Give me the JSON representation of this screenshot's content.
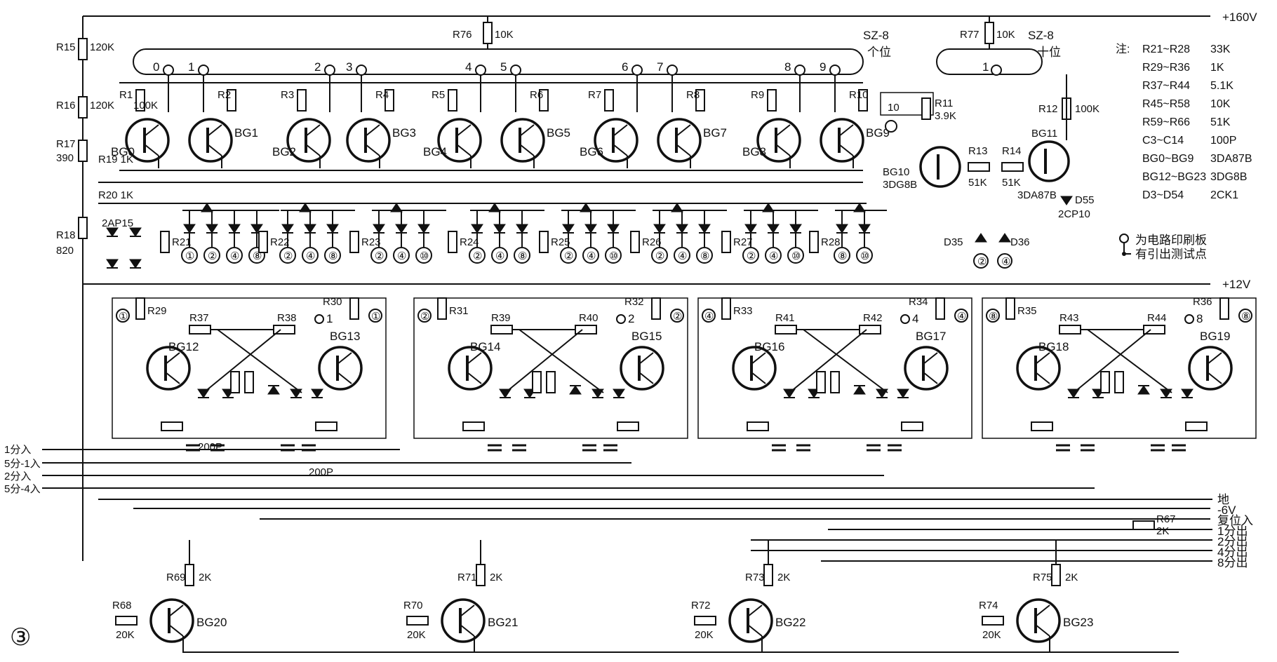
{
  "rails": {
    "v160": "+160V",
    "v12": "+12V",
    "ground": "地",
    "neg6": "-6V",
    "reset_in": "复位入",
    "out1": "1分出",
    "out2": "2分出",
    "out4": "4分出",
    "out8": "8分出"
  },
  "inputs": [
    "1分入",
    "5分-1入",
    "2分入",
    "5分-4入"
  ],
  "tubes": {
    "units": {
      "model": "SZ-8",
      "position": "个位",
      "digits": [
        "0",
        "1",
        "2",
        "3",
        "4",
        "5",
        "6",
        "7",
        "8",
        "9"
      ]
    },
    "tens": {
      "model": "SZ-8",
      "position": "十位",
      "digits": [
        "1"
      ]
    }
  },
  "figure_number": "③",
  "notes": {
    "prefix": "注:",
    "rows": [
      {
        "range": "R21~R28",
        "value": "33K"
      },
      {
        "range": "R29~R36",
        "value": "1K"
      },
      {
        "range": "R37~R44",
        "value": "5.1K"
      },
      {
        "range": "R45~R58",
        "value": "10K"
      },
      {
        "range": "R59~R66",
        "value": "51K"
      },
      {
        "range": "C3~C14",
        "value": "100P"
      },
      {
        "range": "BG0~BG9",
        "value": "3DA87B"
      },
      {
        "range": "BG12~BG23",
        "value": "3DG8B"
      },
      {
        "range": "D3~D54",
        "value": "2CK1"
      }
    ]
  },
  "legend": {
    "test_point": "为电路印刷板",
    "test_point_2": "有引出测试点"
  },
  "labels": {
    "R15": "R15",
    "R15v": "120K",
    "R16": "R16",
    "R16v": "120K",
    "R17": "R17",
    "R17v": "390",
    "R18": "R18",
    "R18v": "820",
    "R19": "R19 1K",
    "R20": "R20 1K",
    "R76": "R76",
    "R76v": "10K",
    "R77": "R77",
    "R77v": "10K",
    "R11": "R11",
    "R11v": "3.9K",
    "R12": "R12",
    "R12v": "100K",
    "R13": "R13",
    "R13v": "51K",
    "R14": "R14",
    "R14v": "51K",
    "BG10": "BG10",
    "BG10v": "3DG8B",
    "BG11": "BG11",
    "BG11v": "3DA87B",
    "D55": "D55",
    "D55v": "2CP10",
    "D35": "D35",
    "D36": "D36",
    "D12label": "2AP15",
    "R1v": "100K",
    "tenIn": "10",
    "C1v": "200P",
    "C2v": "200P",
    "R67": "R67",
    "R67v": "2K",
    "R69": "R69",
    "R69v": "2K",
    "R68": "R68",
    "R68v": "20K",
    "BG20": "BG20",
    "R71": "R71",
    "R71v": "2K",
    "R70": "R70",
    "R70v": "20K",
    "BG21": "BG21",
    "R73": "R73",
    "R73v": "2K",
    "R72": "R72",
    "R72v": "20K",
    "BG22": "BG22",
    "R75": "R75",
    "R75v": "2K",
    "R74": "R74",
    "R74v": "20K",
    "BG23": "BG23"
  },
  "stage_labels": {
    "top_res": [
      "R1",
      "R2",
      "R3",
      "R4",
      "R5",
      "R6",
      "R7",
      "R8",
      "R9",
      "R10"
    ],
    "top_bg": [
      "BG0",
      "BG1",
      "BG2",
      "BG3",
      "BG4",
      "BG5",
      "BG6",
      "BG7",
      "BG8",
      "BG9"
    ],
    "mid_res": [
      "R21",
      "R22",
      "R23",
      "R24",
      "R25",
      "R26",
      "R27",
      "R28"
    ],
    "diode_groups": [
      {
        "codes": [
          "①",
          "②",
          "④",
          "⑧"
        ]
      },
      {
        "codes": [
          "②",
          "④",
          "⑧"
        ]
      },
      {
        "codes": [
          "②",
          "④",
          "⑩"
        ]
      },
      {
        "codes": [
          "②",
          "④",
          "⑧"
        ]
      },
      {
        "codes": [
          "②",
          "④",
          "⑩"
        ]
      },
      {
        "codes": [
          "②",
          "④",
          "⑧"
        ]
      },
      {
        "codes": [
          "②",
          "④",
          "⑩"
        ]
      },
      {
        "codes": [
          "⑧",
          "⑩"
        ]
      }
    ],
    "flipflops": [
      {
        "bgL": "BG12",
        "bgR": "BG13",
        "Rtl": "R29",
        "Rtr": "R30",
        "Rc1": "R37",
        "Rc2": "R38",
        "out": "1",
        "mark": "①"
      },
      {
        "bgL": "BG14",
        "bgR": "BG15",
        "Rtl": "R31",
        "Rtr": "R32",
        "Rc1": "R39",
        "Rc2": "R40",
        "out": "2",
        "mark": "②"
      },
      {
        "bgL": "BG16",
        "bgR": "BG17",
        "Rtl": "R33",
        "Rtr": "R34",
        "Rc1": "R41",
        "Rc2": "R42",
        "out": "4",
        "mark": "④"
      },
      {
        "bgL": "BG18",
        "bgR": "BG19",
        "Rtl": "R35",
        "Rtr": "R36",
        "Rc1": "R43",
        "Rc2": "R44",
        "out": "8",
        "mark": "⑧"
      }
    ]
  }
}
